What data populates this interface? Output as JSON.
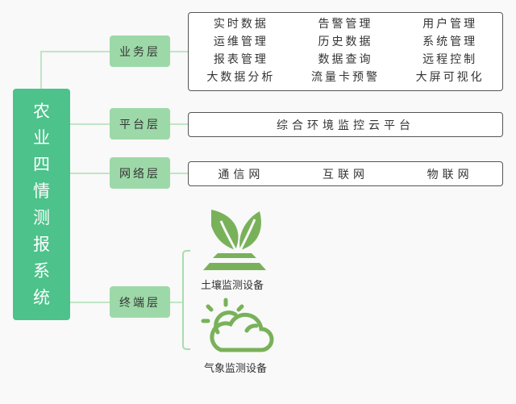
{
  "root": {
    "chars": [
      "农",
      "业",
      "四",
      "情",
      "测",
      "报",
      "系",
      "统"
    ]
  },
  "layers": {
    "business": {
      "label": "业务层",
      "items": [
        "实时数据",
        "告警管理",
        "用户管理",
        "运维管理",
        "历史数据",
        "系统管理",
        "报表管理",
        "数据查询",
        "远程控制",
        "大数据分析",
        "流量卡预警",
        "大屏可视化"
      ]
    },
    "platform": {
      "label": "平台层",
      "items": [
        "综合环境监控云平台"
      ]
    },
    "network": {
      "label": "网络层",
      "items": [
        "通信网",
        "互联网",
        "物联网"
      ]
    },
    "terminal": {
      "label": "终端层",
      "devices": [
        {
          "label": "土壤监测设备",
          "icon": "plant-icon"
        },
        {
          "label": "气象监测设备",
          "icon": "weather-icon"
        }
      ]
    }
  },
  "colors": {
    "root": "#4dc28b",
    "layer": "#9dd9a8",
    "icon": "#79b15a",
    "line": "#bfe6c6"
  }
}
